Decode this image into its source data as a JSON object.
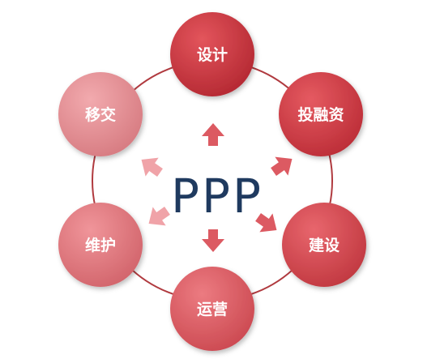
{
  "center": {
    "label": "PPP"
  },
  "nodes": [
    {
      "label": "设计",
      "color": "#c8303a"
    },
    {
      "label": "投融资",
      "color": "#cf353f"
    },
    {
      "label": "建设",
      "color": "#d4464f"
    },
    {
      "label": "运营",
      "color": "#dc5d65"
    },
    {
      "label": "维护",
      "color": "#e07a80"
    },
    {
      "label": "移交",
      "color": "#e4949a"
    }
  ],
  "ring_color": "#b03a3f",
  "arrow_color": "#dc5a62"
}
